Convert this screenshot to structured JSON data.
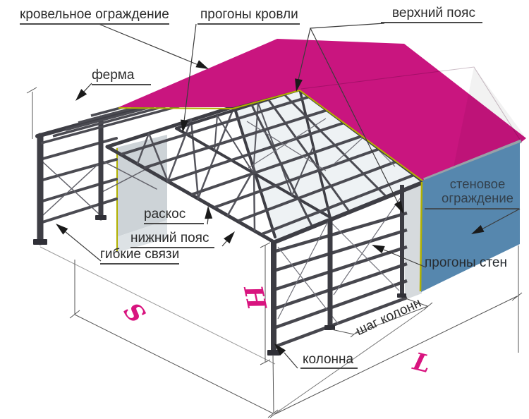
{
  "labels": {
    "roof_guard": "кровельное ограждение",
    "roof_purlins": "прогоны кровли",
    "top_chord": "верхний пояс",
    "truss": "ферма",
    "diagonal_brace": "раскос",
    "bottom_chord": "нижний пояс",
    "flexible_ties": "гибкие связи",
    "wall_cladding_line1": "стеновое",
    "wall_cladding_line2": "ограждение",
    "wall_purlins": "прогоны стен",
    "column": "колонна",
    "column_spacing": "шаг колонн"
  },
  "dimensions": {
    "span": "S",
    "height": "H",
    "length": "L"
  },
  "colors": {
    "roof": "#c9157f",
    "wall_cladding": "#5687ae",
    "dimension_letters": "#d8147f",
    "edge_trim": "#b2b100",
    "steel_frame": "#3e3e45"
  }
}
